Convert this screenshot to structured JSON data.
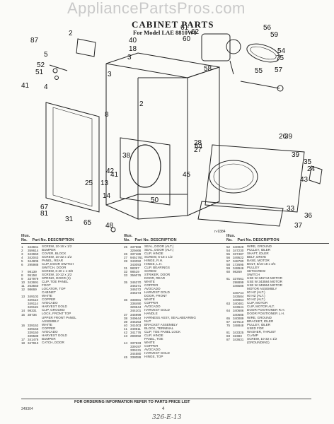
{
  "watermark": "AppliancePartsPros.com",
  "title": "CABINET PARTS",
  "subtitle": "For Model LAE 8810W0",
  "illus_code": "n-9384",
  "callouts": [
    "2",
    "87",
    "5",
    "52",
    "51",
    "41",
    "4",
    "40",
    "18",
    "3",
    "61",
    "62",
    "60",
    "56",
    "59",
    "55",
    "57",
    "54",
    "75",
    "58",
    "3",
    "2",
    "8",
    "39",
    "24",
    "43",
    "64",
    "50",
    "31",
    "65",
    "48",
    "28",
    "27",
    "26",
    "45",
    "38",
    "42",
    "13",
    "14",
    "67",
    "81",
    "41",
    "33",
    "36",
    "37",
    "39",
    "35",
    "25"
  ],
  "table_headers": {
    "illus_no": "Illus. No.",
    "part_no": "Part No.",
    "description": "DESCRIPTION"
  },
  "columns": [
    [
      {
        "n": "1",
        "p": "343841",
        "d": "SCREW, 10-16 x 1/2"
      },
      {
        "n": "2",
        "p": "359614",
        "d": "BUMPER"
      },
      {
        "n": "3",
        "p": "343650",
        "d": "COVER, BLOCK"
      },
      {
        "n": "4",
        "p": "342043",
        "d": "SCREW, 10-32 x 1/2"
      },
      {
        "n": "5",
        "p": "344805",
        "d": "PANEL, REAR"
      },
      {
        "n": "6",
        "p": "295988",
        "d": "CLIP, DOOR SWITCH"
      },
      {
        "n": "",
        "p": "",
        "d": "SWITCH, DOOR"
      },
      {
        "n": "7",
        "p": "98139",
        "d": "SCREW, 6-20 x 1-3/8"
      },
      {
        "n": "8",
        "p": "95158",
        "d": "SCREW, 10-12 x 1/2"
      },
      {
        "n": "9",
        "p": "337979",
        "d": "SPRING, DOOR (2)"
      },
      {
        "n": "10",
        "p": "343691",
        "d": "CLIP, TOE PANEL"
      },
      {
        "n": "11",
        "p": "253550",
        "d": "FOOT"
      },
      {
        "n": "12",
        "p": "98669",
        "d": "LOCATOR, TOP"
      },
      {
        "n": "",
        "p": "",
        "d": "CABINET"
      },
      {
        "n": "13",
        "p": "349102",
        "d": "WHITE"
      },
      {
        "n": "",
        "p": "349113",
        "d": "COPPER"
      },
      {
        "n": "",
        "p": "349114",
        "d": "AVOCADO"
      },
      {
        "n": "",
        "p": "349115",
        "d": "HARVEST GOLD"
      },
      {
        "n": "14",
        "p": "98331",
        "d": "CLIP, GROUND"
      },
      {
        "n": "15",
        "p": "38736",
        "d": "LOCK, FRONT TOP"
      },
      {
        "n": "",
        "p": "",
        "d": "UPPER FRONT PANEL"
      },
      {
        "n": "",
        "p": "",
        "d": "ASSEMBLY"
      },
      {
        "n": "16",
        "p": "339152",
        "d": "WHITE"
      },
      {
        "n": "",
        "p": "339153",
        "d": "COPPER"
      },
      {
        "n": "",
        "p": "339150",
        "d": "AVOCADO"
      },
      {
        "n": "",
        "p": "339589",
        "d": "HARVEST GOLD"
      },
      {
        "n": "17",
        "p": "341476",
        "d": "BUMPER"
      },
      {
        "n": "18",
        "p": "347813",
        "d": "CATCH, DOOR"
      }
    ],
    [
      {
        "n": "25",
        "p": "337968",
        "d": "SEAL, DOOR (ALT.)"
      },
      {
        "n": "",
        "p": "329466",
        "d": "SEAL, DOOR (ALT.)"
      },
      {
        "n": "26",
        "p": "337189",
        "d": "CLIP, HINGE"
      },
      {
        "n": "27",
        "p": "9451761",
        "d": "SCREW, 6-18 x 1/2"
      },
      {
        "n": "28",
        "p": "343092",
        "d": "HINGE, R.H."
      },
      {
        "n": "",
        "p": "343093",
        "d": "HINGE, L.H."
      },
      {
        "n": "31",
        "p": "98397",
        "d": "CLIP, BEARINGS"
      },
      {
        "n": "32",
        "p": "98519",
        "d": "SCREW"
      },
      {
        "n": "33",
        "p": "356076",
        "d": "STRIKER, DOOR"
      },
      {
        "n": "",
        "p": "",
        "d": "DOOR, REAR"
      },
      {
        "n": "35",
        "p": "346370",
        "d": "WHITE"
      },
      {
        "n": "",
        "p": "346371",
        "d": "COPPER"
      },
      {
        "n": "",
        "p": "346372",
        "d": "AVOCADO"
      },
      {
        "n": "",
        "p": "346373",
        "d": "HARVEST GOLD"
      },
      {
        "n": "",
        "p": "",
        "d": "DOOR, FRONT"
      },
      {
        "n": "36",
        "p": "338081",
        "d": "WHITE"
      },
      {
        "n": "",
        "p": "338490",
        "d": "COPPER"
      },
      {
        "n": "",
        "p": "329644",
        "d": "AVOCADO"
      },
      {
        "n": "",
        "p": "344101",
        "d": "HARVEST GOLD"
      },
      {
        "n": "37",
        "p": "345999",
        "d": "HANDLE"
      },
      {
        "n": "38",
        "p": "349644",
        "d": "HARNESS ASSY, SEALABEARING"
      },
      {
        "n": "39",
        "p": "345253",
        "d": "NUT"
      },
      {
        "n": "40",
        "p": "341003",
        "d": "BRACKET ASSEMBLY"
      },
      {
        "n": "41",
        "p": "349811",
        "d": "BLOCK, TERMINAL"
      },
      {
        "n": "42",
        "p": "341776",
        "d": "CLIP, TOE PANEL LOCK"
      },
      {
        "n": "43",
        "p": "299092",
        "d": "CLIP, HINGE"
      },
      {
        "n": "",
        "p": "",
        "d": "PANEL, TOE"
      },
      {
        "n": "44",
        "p": "337833",
        "d": "WHITE"
      },
      {
        "n": "",
        "p": "339197",
        "d": "COPPER"
      },
      {
        "n": "",
        "p": "339131",
        "d": "AVOCADO"
      },
      {
        "n": "",
        "p": "344580",
        "d": "HARVEST GOLD"
      },
      {
        "n": "45",
        "p": "338086",
        "d": "HINGE, TOP"
      }
    ],
    [
      {
        "n": "52",
        "p": "340029",
        "d": "WIRE, GROUND"
      },
      {
        "n": "54",
        "p": "347230",
        "d": "PULLEY, IDLER"
      },
      {
        "n": "55",
        "p": "337487",
        "d": "SHAFT, IDLER"
      },
      {
        "n": "56",
        "p": "349522",
        "d": "BELT, DRIVE"
      },
      {
        "n": "57",
        "p": "348780",
        "d": "BASE, MOTOR"
      },
      {
        "n": "58",
        "p": "172695",
        "d": "BOLT, 5/16-18 x 3/4"
      },
      {
        "n": "59",
        "p": "348946",
        "d": "PULLEY"
      },
      {
        "n": "60",
        "p": "98269",
        "d": "SETSCREW"
      },
      {
        "n": "",
        "p": "",
        "d": "SWITCH"
      },
      {
        "n": "61",
        "p": "337561",
        "d": "USE W 346744 MOTOR"
      },
      {
        "n": "",
        "p": "298899",
        "d": "USE W 343584 MOTOR"
      },
      {
        "n": "",
        "p": "346586",
        "d": "USE W 349964 MOTOR"
      },
      {
        "n": "",
        "p": "",
        "d": "MOTOR ASSEMBLY"
      },
      {
        "n": "",
        "p": "346744",
        "d": "60 HZ (ALT.)"
      },
      {
        "n": "",
        "p": "343584",
        "d": "60 HZ (ALT.)"
      },
      {
        "n": "",
        "p": "349964",
        "d": "50 HZ (ALT.)"
      },
      {
        "n": "63",
        "p": "340481",
        "d": "CLIP, MOTOR"
      },
      {
        "n": "",
        "p": "343641",
        "d": "CLIP, MOTOR ALT."
      },
      {
        "n": "64",
        "p": "340686",
        "d": "DOOR POSITIONER R.H."
      },
      {
        "n": "",
        "p": "340685",
        "d": "DOOR POSITIONER L.H."
      },
      {
        "n": "65",
        "p": "340089",
        "d": "WIRE, GROUND"
      },
      {
        "n": "67",
        "p": "337510",
        "d": "BRACKET, IDLER"
      },
      {
        "n": "75",
        "p": "348848",
        "d": "PULLEY, IDLER"
      },
      {
        "n": "",
        "p": "",
        "d": "USED FOR"
      },
      {
        "n": "81",
        "p": "343325",
        "d": "WASHER, THRUST"
      },
      {
        "n": "83",
        "p": "32383",
        "d": "CLAMP"
      },
      {
        "n": "87",
        "p": "343631",
        "d": "SCREW, 10-32 x 1/2"
      },
      {
        "n": "",
        "p": "",
        "d": "(GROUNDING)"
      }
    ]
  ],
  "footer": "FOR ORDERING INFORMATION REFER TO PARTS PRICE LIST",
  "doc_number": "349304",
  "page_number": "4",
  "handwritten": "326-E-13"
}
